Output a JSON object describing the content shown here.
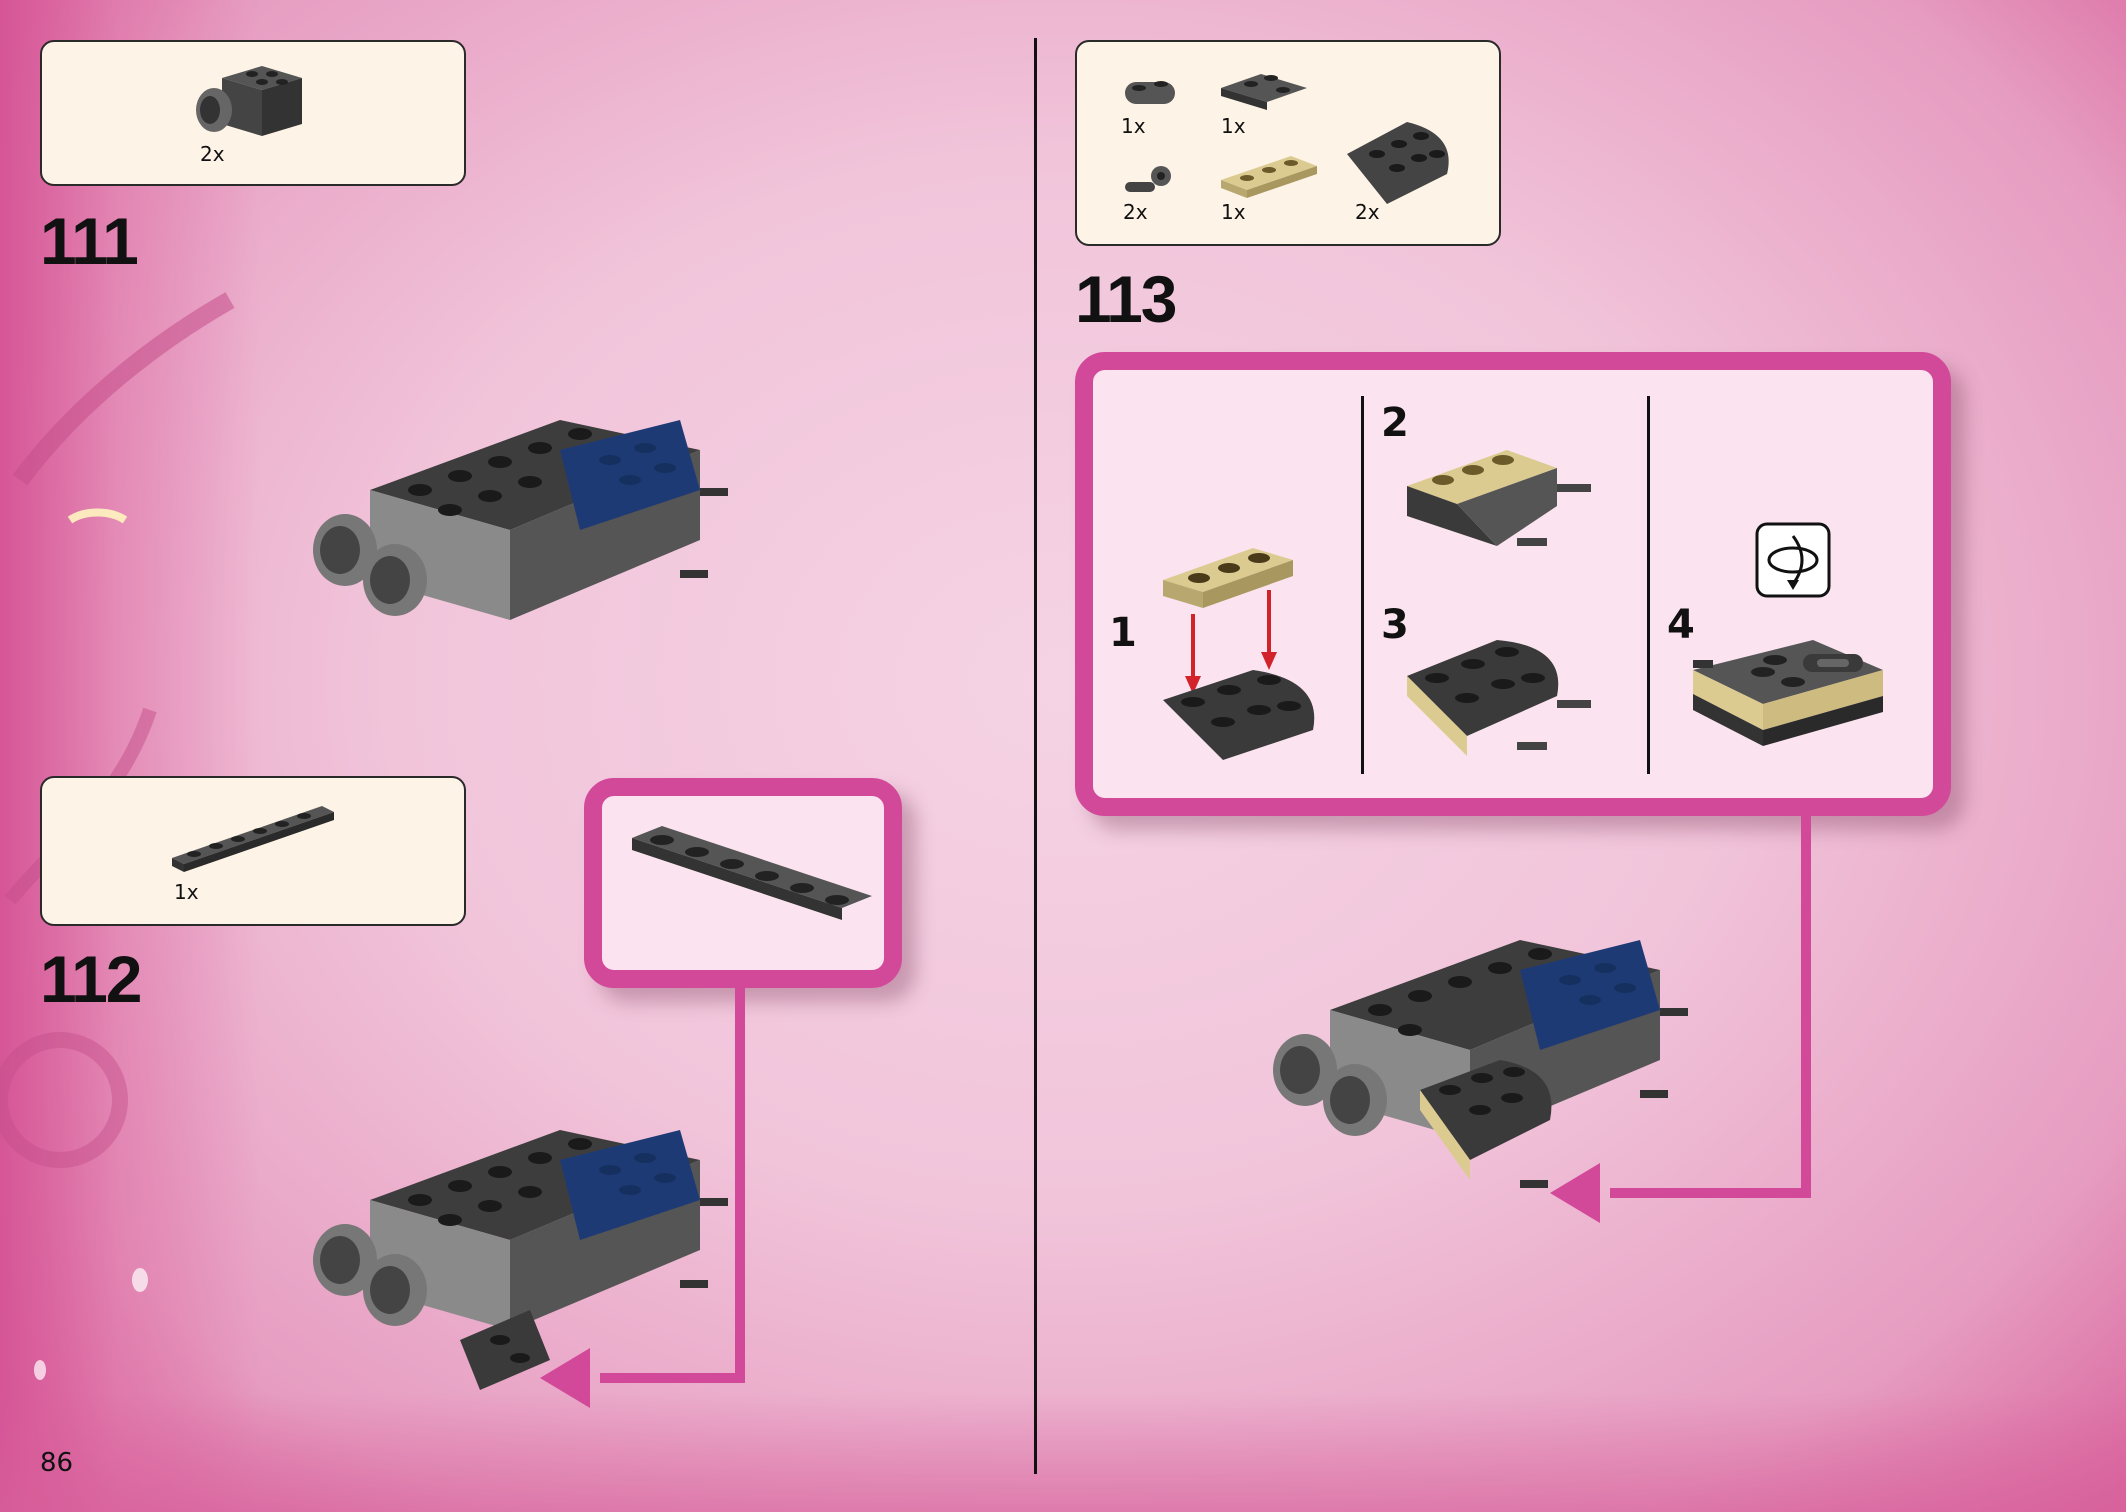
{
  "page": {
    "number": "86"
  },
  "steps": [
    {
      "number": "111",
      "parts": [
        {
          "qty": "2x",
          "icon": "technic-brick-with-pin-hole"
        }
      ]
    },
    {
      "number": "112",
      "parts": [
        {
          "qty": "1x",
          "icon": "plate-1x6-dark-gray"
        }
      ]
    },
    {
      "number": "113",
      "parts": [
        {
          "qty": "1x",
          "icon": "round-plate-dark-gray"
        },
        {
          "qty": "1x",
          "icon": "corner-plate-dark-gray"
        },
        {
          "qty": "2x",
          "icon": "bar-holder-clip"
        },
        {
          "qty": "1x",
          "icon": "plate-1x3-tan"
        },
        {
          "qty": "2x",
          "icon": "round-corner-plate-4x4"
        }
      ],
      "substeps": [
        "1",
        "2",
        "3",
        "4"
      ]
    }
  ],
  "colors": {
    "accent": "#d2499a",
    "parts_bg": "#fdf3e6",
    "callout_bg": "#fbe4ef",
    "brick_dark": "#3b3b3b",
    "brick_gray": "#8a8a8a",
    "brick_light": "#b5b5b5",
    "brick_blue": "#1e3a75",
    "brick_tan": "#dccb90",
    "arrow_red": "#d2232a"
  },
  "icons": {
    "rotate": "rotate-model-icon"
  }
}
